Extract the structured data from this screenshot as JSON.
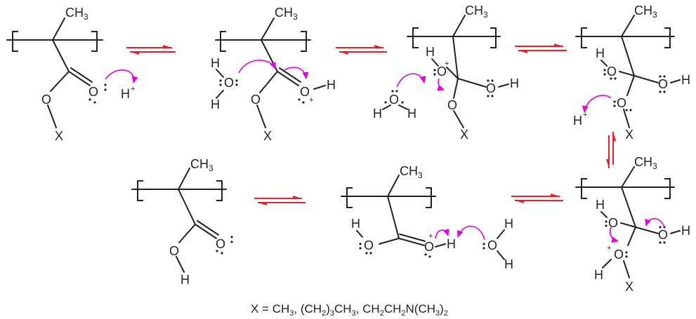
{
  "atoms": {
    "methyl": "CH",
    "methyl_sub": "3",
    "oxygen": "O",
    "hydrogen": "H",
    "x_group": "X",
    "plus": "+"
  },
  "caption": {
    "t1": "X = CH",
    "s1": "3",
    "t2": ", (CH",
    "s2": "2",
    "t3": ")",
    "s3": "3",
    "t4": "CH",
    "s4": "3",
    "t5": ", CH",
    "s5": "2",
    "t6": "CH",
    "s6": "2",
    "t7": "N(CH",
    "s7": "3",
    "t8": ")",
    "s8": "2"
  },
  "colors": {
    "equilibrium_arrow": "#e8202a",
    "electron_arrow": "#e100e6",
    "structure": "#222222"
  }
}
